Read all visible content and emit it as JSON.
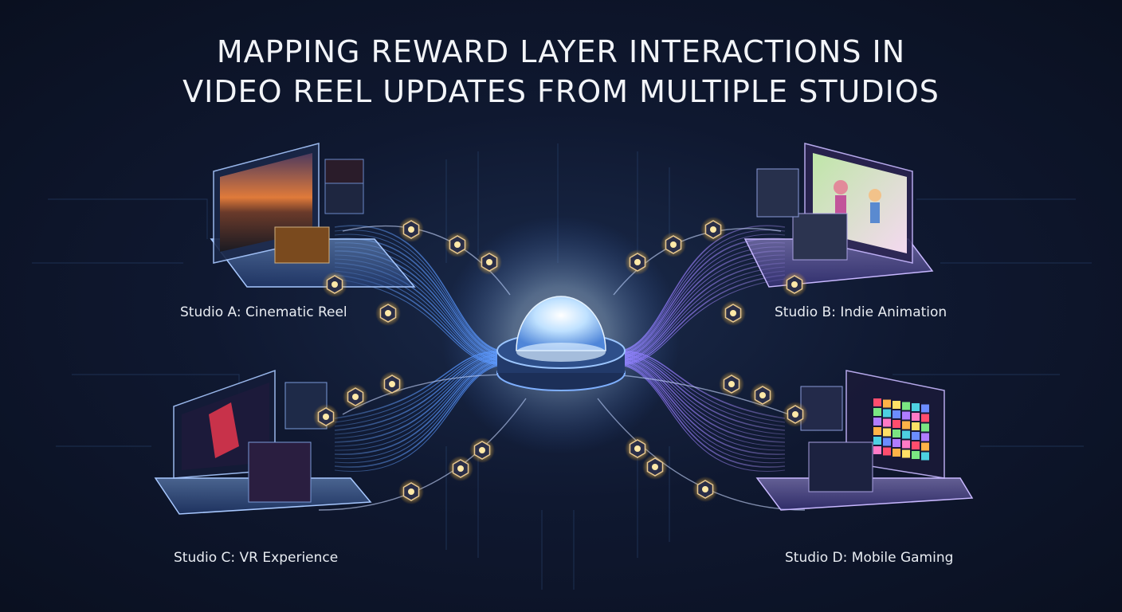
{
  "title": {
    "line1": "MAPPING REWARD LAYER INTERACTIONS IN",
    "line2": "VIDEO REEL UPDATES FROM MULTIPLE STUDIOS"
  },
  "studios": [
    {
      "label": "Studio A: Cinematic Reel",
      "screen_icon": "sunset-film-icon"
    },
    {
      "label": "Studio B: Indie Animation",
      "screen_icon": "cartoon-characters-icon"
    },
    {
      "label": "Studio C: VR Experience",
      "screen_icon": "vr-scene-icon"
    },
    {
      "label": "Studio D: Mobile Gaming",
      "screen_icon": "tile-grid-icon"
    }
  ],
  "hub": {
    "icon": "glowing-dome-icon"
  },
  "node_icon": "hexagon-node-icon",
  "colors": {
    "background": "#0f1830",
    "flow_blue": "#4a8cff",
    "flow_purple": "#9a7cff",
    "node_glow": "#ffd36a",
    "hub_glow": "#cfe8ff"
  }
}
